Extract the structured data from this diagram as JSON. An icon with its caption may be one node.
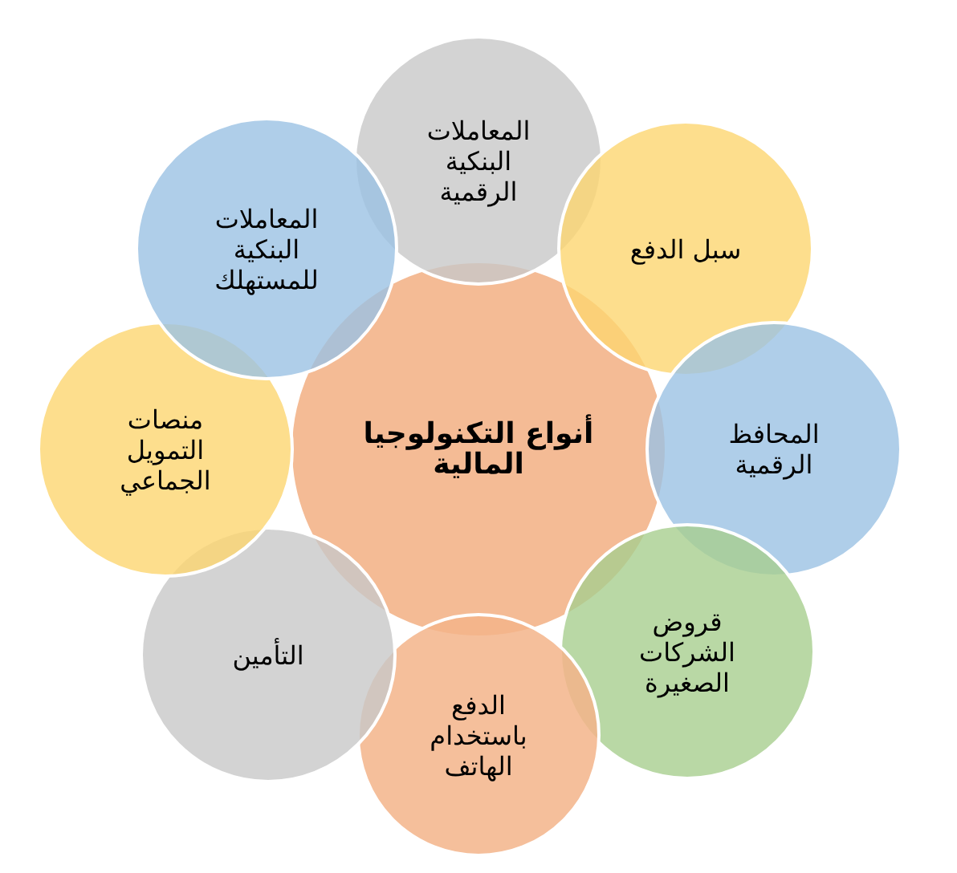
{
  "diagram": {
    "nodes": [
      {
        "text": [
          "أنواع التكنولوجيا المالية"
        ]
      },
      {
        "text": [
          "المعاملات البنكية الرقمية"
        ]
      },
      {
        "text": [
          "سبل الدفع"
        ]
      },
      {
        "text": [
          "المحافظ الرقمية"
        ]
      },
      {
        "text": [
          "قروض الشركات الصغيرة"
        ]
      },
      {
        "text": [
          "الدفع باستخدام الهاتف"
        ]
      },
      {
        "text": [
          "التأمين"
        ]
      },
      {
        "text": [
          "منصات التمويل الجماعي"
        ]
      },
      {
        "text": [
          "المعاملات البنكية للمستهلك"
        ]
      }
    ]
  }
}
